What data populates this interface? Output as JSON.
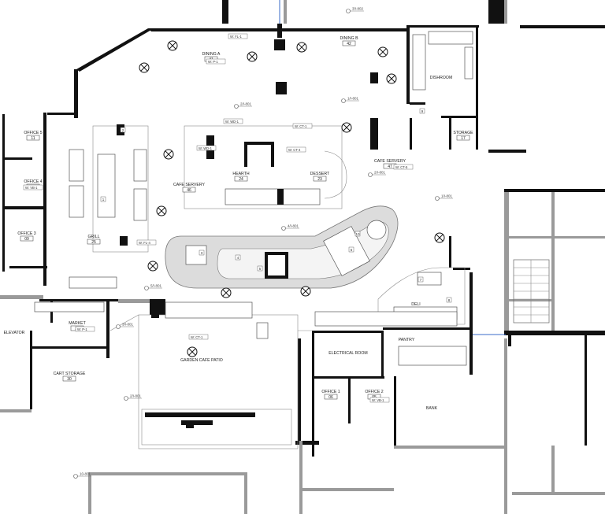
{
  "rooms": [
    {
      "name": "DINING A",
      "number": "41"
    },
    {
      "name": "DINING B",
      "number": "42"
    },
    {
      "name": "DISHROOM",
      "number": ""
    },
    {
      "name": "STORAGE",
      "number": "17"
    },
    {
      "name": "OFFICE 5",
      "number": "11"
    },
    {
      "name": "OFFICE 4",
      "number": "10"
    },
    {
      "name": "OFFICE 3",
      "number": "09"
    },
    {
      "name": "GRILL",
      "number": "25"
    },
    {
      "name": "CAFE SERVERY",
      "number": "46"
    },
    {
      "name": "HEARTH",
      "number": "24"
    },
    {
      "name": "DESSERT",
      "number": "23"
    },
    {
      "name": "CAFE SERVERY",
      "number": "47"
    },
    {
      "name": "DELI",
      "number": ""
    },
    {
      "name": "MARKET",
      "number": "30"
    },
    {
      "name": "ELEVATOR",
      "number": ""
    },
    {
      "name": "CART STORAGE",
      "number": "30"
    },
    {
      "name": "GARDEN CAFE PATIO",
      "number": ""
    },
    {
      "name": "ELECTRICAL ROOM",
      "number": ""
    },
    {
      "name": "PANTRY",
      "number": ""
    },
    {
      "name": "OFFICE 1",
      "number": "06"
    },
    {
      "name": "OFFICE 2",
      "number": "05"
    },
    {
      "name": "BANK",
      "number": ""
    }
  ],
  "finish_tags": [
    "W: FL-1",
    "W: P-1",
    "W: WD-1",
    "W: CT-1",
    "W: VB-1",
    "W: FL-4",
    "W: WD-1",
    "W: CT-4",
    "W: CT-5",
    "W: P-1",
    "W: CT-1",
    "W: VB-1"
  ],
  "callouts": [
    "2/I-801",
    "3/I-802",
    "1/I-801",
    "2/I-801",
    "4/I-801",
    "5/I-801",
    "2/I-801",
    "3/I-801",
    "1/I-801",
    "10-801"
  ],
  "equipment_numbers": [
    "1",
    "2",
    "3",
    "4",
    "5",
    "6",
    "7",
    "8",
    "9",
    "10"
  ],
  "colors": {
    "wall": "#111111",
    "gray_wall": "#9a9a9a",
    "bar_fill": "#dcdcdc",
    "section_line": "#3a6bc8"
  }
}
